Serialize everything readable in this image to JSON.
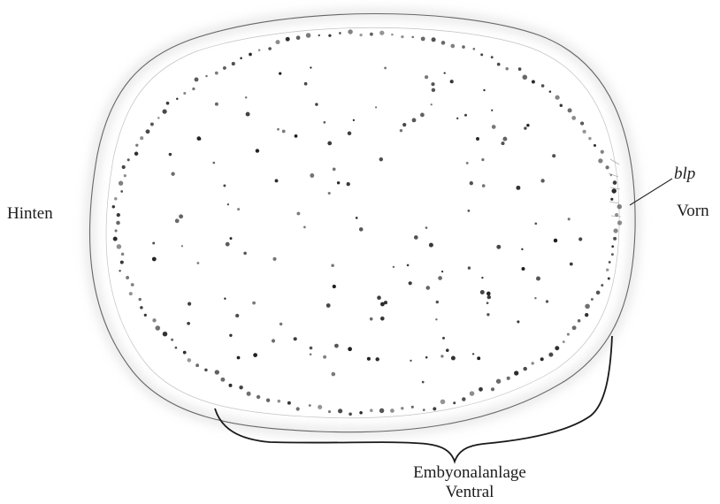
{
  "labels": {
    "hinten": "Hinten",
    "vorn": "Vorn",
    "blp": "blp",
    "embryonalanlage": "Embyonalanlage",
    "ventral": "Ventral"
  },
  "colors": {
    "ink": "#1c1c1c",
    "background": "#ffffff"
  }
}
